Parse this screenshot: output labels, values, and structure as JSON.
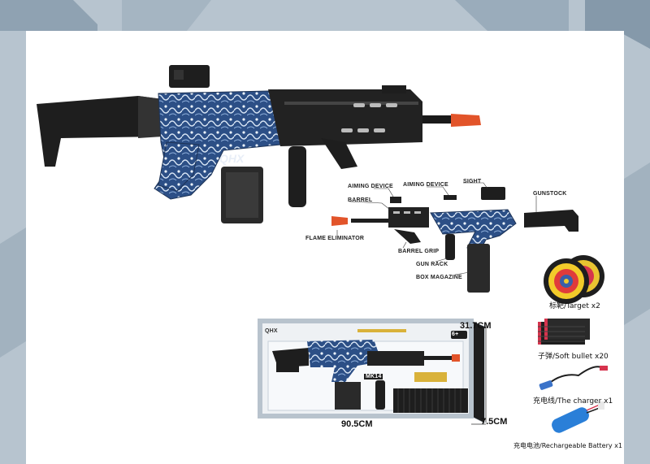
{
  "parts": {
    "aiming_device_1": "AIMING DEVICE",
    "aiming_device_2": "AIMING DEVICE",
    "sight": "SIGHT",
    "gunstock": "GUNSTOCK",
    "barrel": "BARREL",
    "flame_eliminator": "FLAME ELIMINATOR",
    "barrel_grip": "BARREL GRIP",
    "gun_rack": "GUN RACK",
    "box_magazine": "BOX MAGAZINE"
  },
  "accessories": {
    "target": "标靶/Target  x2",
    "soft_bullet": "子弹/Soft bullet  x20",
    "charger": "充电线/The charger  x1",
    "battery": "充电电池/Rechargeable Battery  x1"
  },
  "box": {
    "height_dim": "31.7CM",
    "width_dim": "90.5CM",
    "depth_dim": "7.5CM",
    "brand": "QHX",
    "model": "MK14",
    "age": "6+"
  },
  "colors": {
    "camo_blue": "#2c4f86",
    "muzzle_orange": "#e2542a",
    "frame_black": "#1e1e1e",
    "bg_blue_gray": "#b7c4cf"
  }
}
